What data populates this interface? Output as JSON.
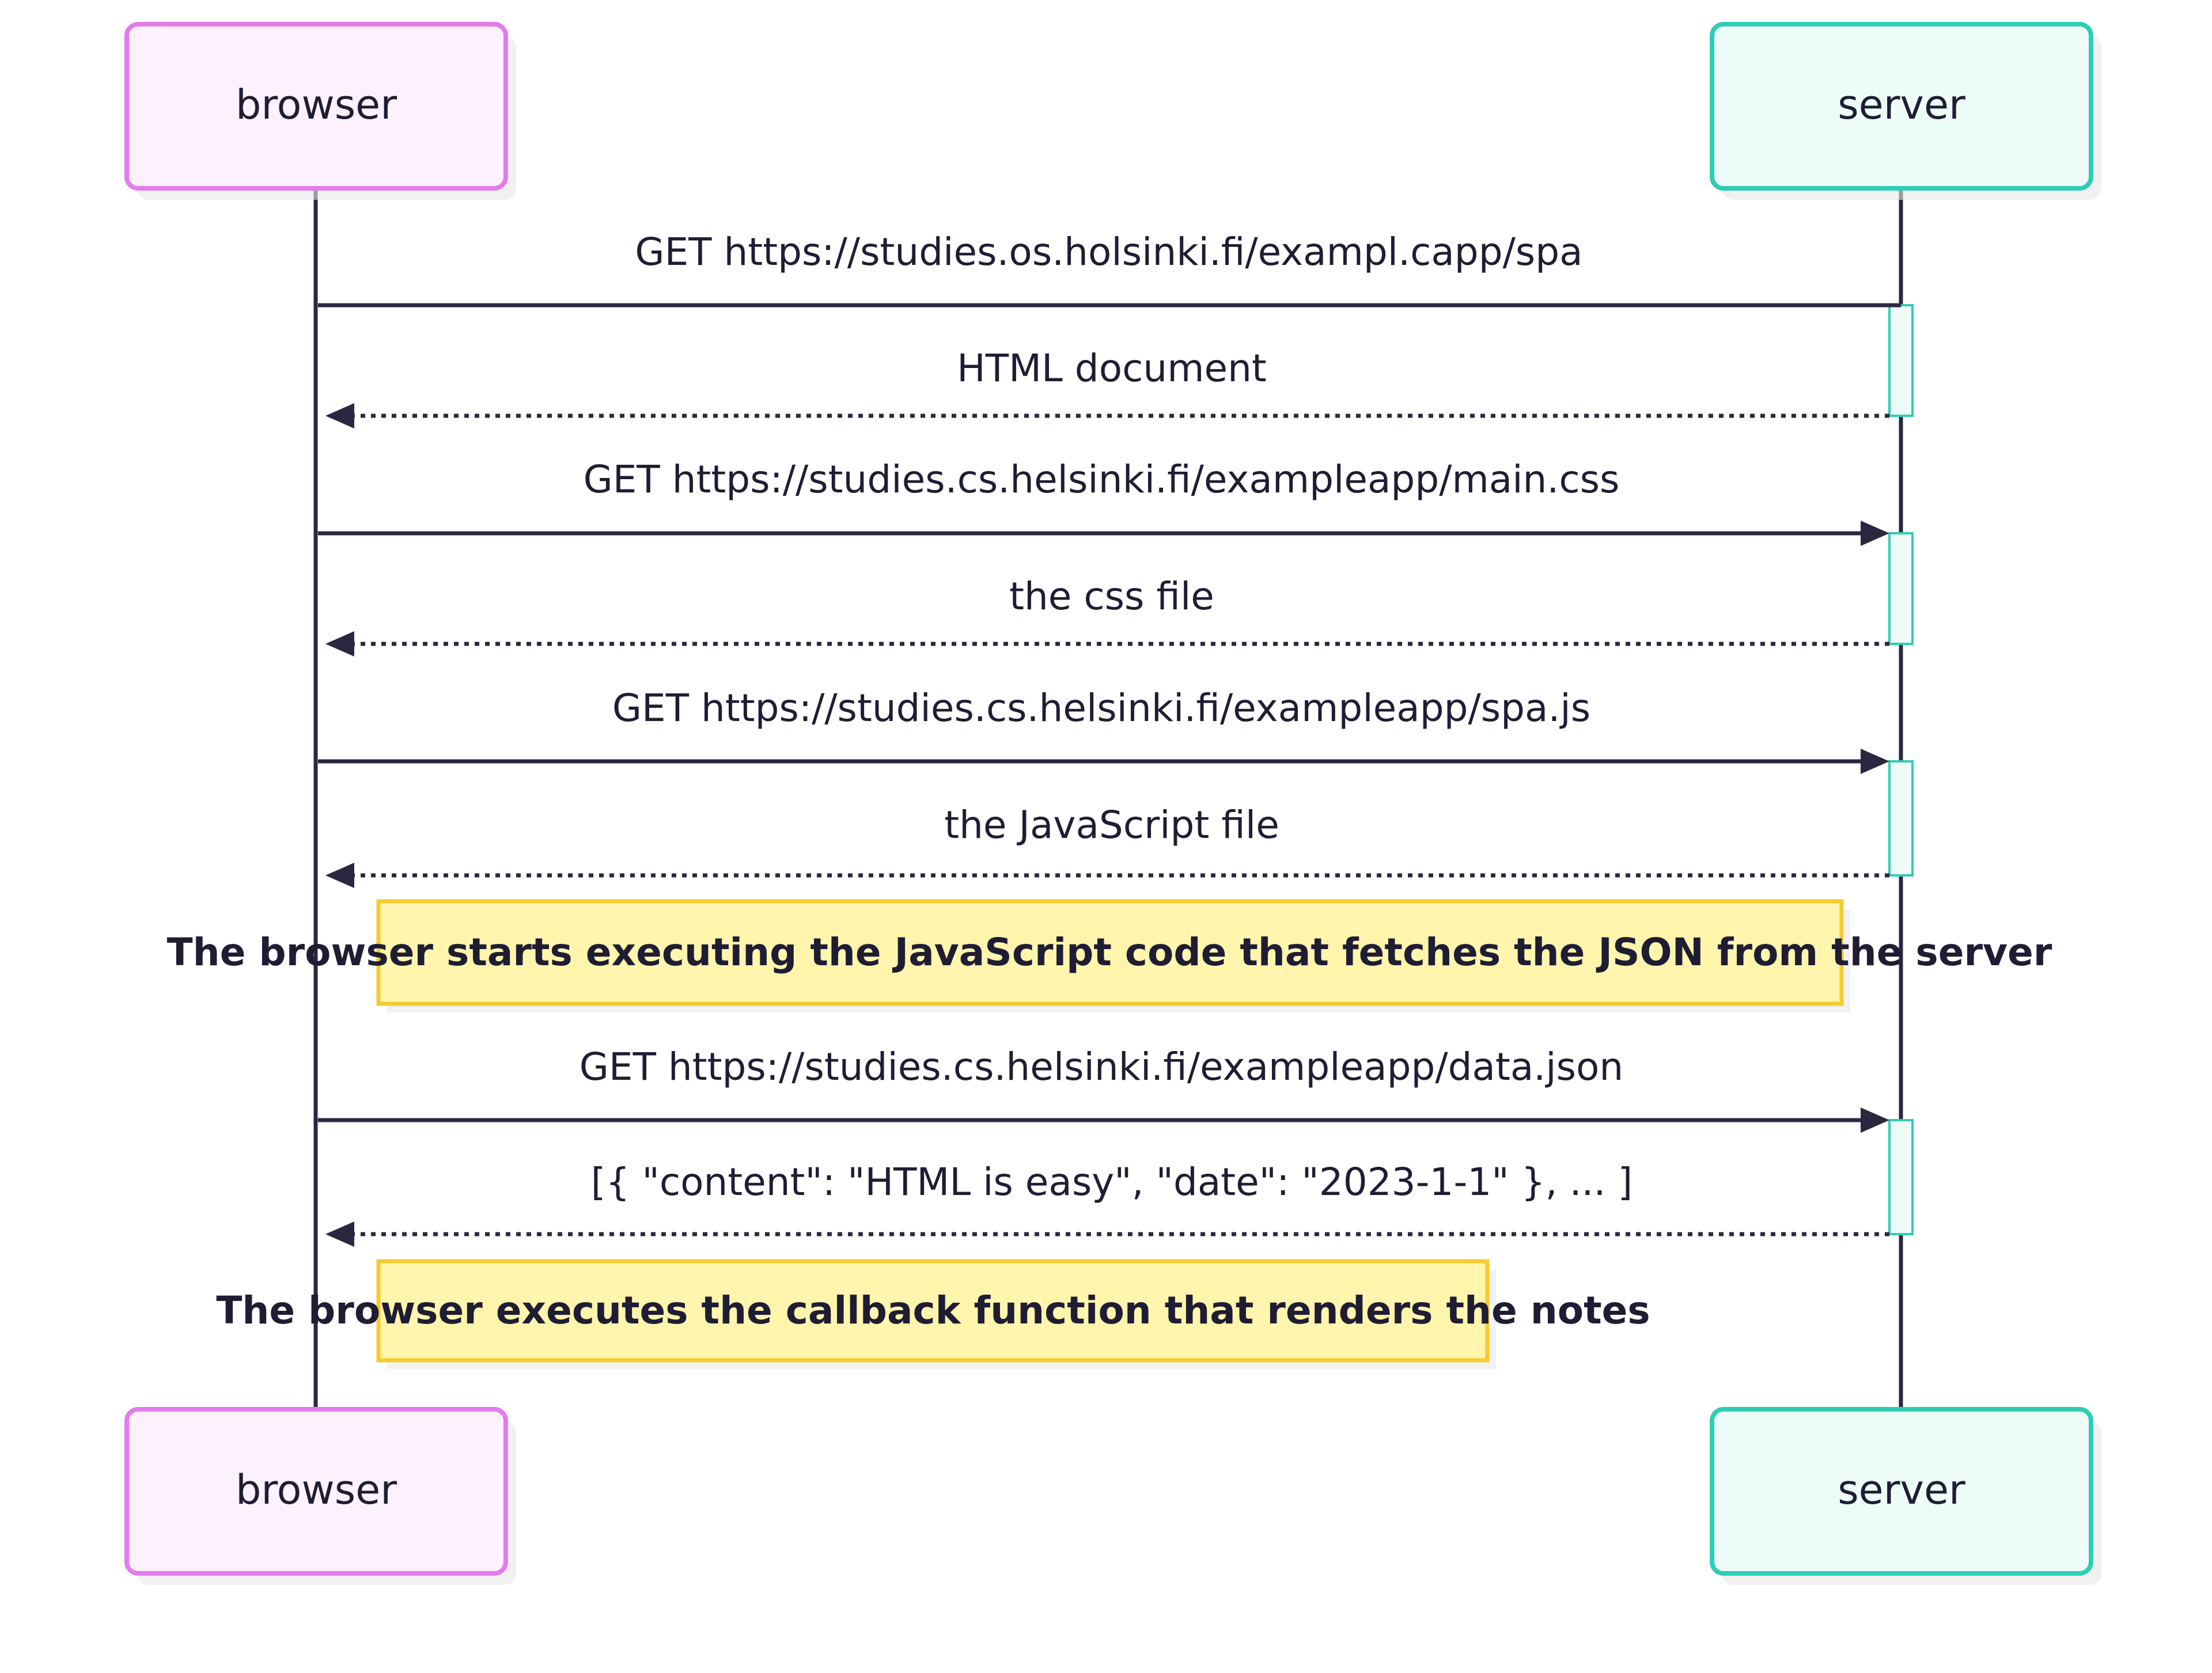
{
  "participants": {
    "browser": {
      "label": "browser",
      "stroke": "#e37bed",
      "fill": "#fdf1fe"
    },
    "server": {
      "label": "server",
      "stroke": "#2fcdb3",
      "fill": "#eefcf8"
    }
  },
  "messages": [
    {
      "label": "GET https://studies.os.holsinki.fi/exampl.capp/spa",
      "from": "browser",
      "to": "server",
      "style": "solid",
      "arrowhead": false
    },
    {
      "label": "HTML document",
      "from": "server",
      "to": "browser",
      "style": "dotted",
      "arrowhead": true
    },
    {
      "label": "GET https://studies.cs.helsinki.fi/exampleapp/main.css",
      "from": "browser",
      "to": "server",
      "style": "solid",
      "arrowhead": true
    },
    {
      "label": "the css file",
      "from": "server",
      "to": "browser",
      "style": "dotted",
      "arrowhead": true
    },
    {
      "label": "GET https://studies.cs.helsinki.fi/exampleapp/spa.js",
      "from": "browser",
      "to": "server",
      "style": "solid",
      "arrowhead": true
    },
    {
      "label": "the JavaScript file",
      "from": "server",
      "to": "browser",
      "style": "dotted",
      "arrowhead": true
    },
    {
      "label": "GET https://studies.cs.helsinki.fi/exampleapp/data.json",
      "from": "browser",
      "to": "server",
      "style": "solid",
      "arrowhead": true
    },
    {
      "label": "[{ \"content\": \"HTML is easy\", \"date\": \"2023-1-1\" }, ... ]",
      "from": "server",
      "to": "browser",
      "style": "dotted",
      "arrowhead": true
    }
  ],
  "notes": [
    {
      "text": "The browser starts executing the JavaScript code that fetches the JSON from the server"
    },
    {
      "text": "The browser executes the callback function that renders the notes"
    }
  ],
  "colors": {
    "line": "#2a2840",
    "note_fill": "#fff5ad",
    "note_stroke": "#f5cc2e",
    "activation_stroke": "#2fcdb3",
    "activation_fill": "#eefcf8"
  }
}
